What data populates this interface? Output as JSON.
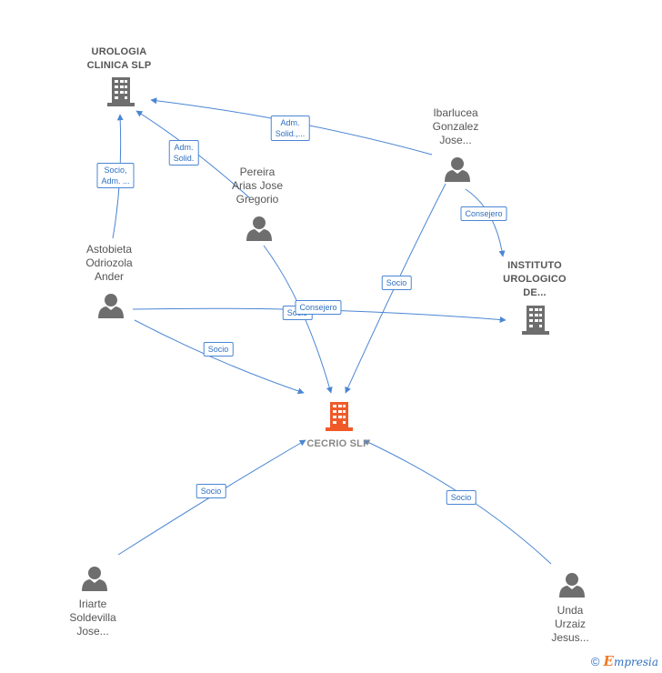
{
  "nodes": {
    "urologia": {
      "lines": [
        "UROLOGIA",
        "CLINICA SLP"
      ],
      "type": "company"
    },
    "instituto": {
      "lines": [
        "INSTITUTO",
        "UROLOGICO",
        "DE..."
      ],
      "type": "company"
    },
    "cecrio": {
      "lines": [
        "CECRIO SLP"
      ],
      "type": "company-center"
    },
    "ibarlucea": {
      "lines": [
        "Ibarlucea",
        "Gonzalez",
        "Jose..."
      ],
      "type": "person"
    },
    "pereira": {
      "lines": [
        "Pereira",
        "Arias Jose",
        "Gregorio"
      ],
      "type": "person"
    },
    "astobieta": {
      "lines": [
        "Astobieta",
        "Odriozola",
        "Ander"
      ],
      "type": "person"
    },
    "iriarte": {
      "lines": [
        "Iriarte",
        "Soldevilla",
        "Jose..."
      ],
      "type": "person"
    },
    "unda": {
      "lines": [
        "Unda",
        "Urzaiz",
        "Jesus..."
      ],
      "type": "person"
    }
  },
  "edges": {
    "ibarlucea_urologia": {
      "lines": [
        "Adm.",
        "Solid.,..."
      ]
    },
    "pereira_urologia": {
      "lines": [
        "Adm.",
        "Solid."
      ]
    },
    "astobieta_urologia": {
      "lines": [
        "Socio,",
        "Adm. ..."
      ]
    },
    "ibarlucea_instituto": {
      "lines": [
        "Consejero"
      ]
    },
    "ibarlucea_cecrio": {
      "lines": [
        "Socio"
      ]
    },
    "pereira_cecrio": {
      "lines": [
        "Socio"
      ]
    },
    "astobieta_instituto": {
      "lines": [
        "Consejero"
      ]
    },
    "astobieta_cecrio": {
      "lines": [
        "Socio"
      ]
    },
    "iriarte_cecrio": {
      "lines": [
        "Socio"
      ]
    },
    "unda_cecrio": {
      "lines": [
        "Socio"
      ]
    }
  },
  "colors": {
    "edge": "#4a86d4",
    "company_icon": "#6e6e6e",
    "center_icon": "#f05a28",
    "person_icon": "#6e6e6e"
  },
  "footer": {
    "copyright": "©",
    "brand_initial": "E",
    "brand_rest": "mpresia"
  }
}
